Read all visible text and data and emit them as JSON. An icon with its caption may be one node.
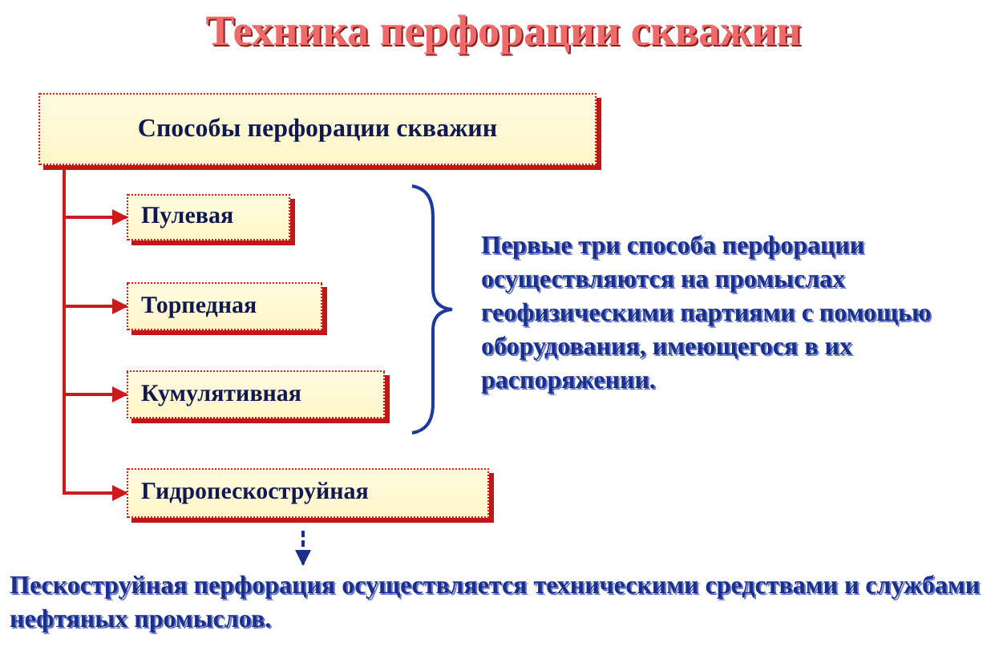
{
  "diagram": {
    "title": "Техника перфорации скважин",
    "nodes": [
      {
        "text": [
          "Способы перфорации скважин"
        ]
      },
      {
        "text": [
          "Пулевая"
        ]
      },
      {
        "text": [
          "Торпедная"
        ]
      },
      {
        "text": [
          "Кумулятивная"
        ]
      },
      {
        "text": [
          "Гидропескоструйная"
        ]
      },
      {
        "text": [
          "Пескоструйная перфорация осуществляется техническими средствами и службами нефтяных промыслов."
        ]
      }
    ],
    "edges": [
      {
        "from": 0,
        "to": 1,
        "arrow": "to"
      },
      {
        "from": 0,
        "to": 2,
        "arrow": "to"
      },
      {
        "from": 0,
        "to": 3,
        "arrow": "to"
      },
      {
        "from": 0,
        "to": 4,
        "arrow": "to"
      },
      {
        "from": 4,
        "to": 5,
        "arrow": "to",
        "style": "dashed",
        "color": "#1a2f8c"
      }
    ],
    "labels": [
      "Первые три способа перфорации осуществляются на промыслах геофизическими партиями с помощью оборудования, имеющегося в их распоряжении."
    ]
  }
}
